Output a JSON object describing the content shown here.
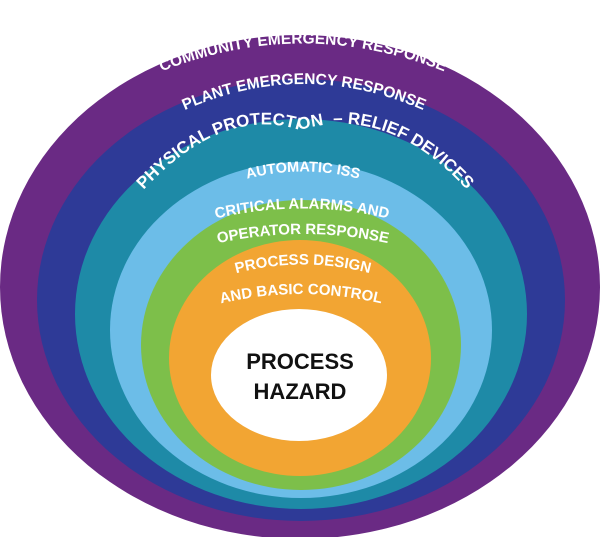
{
  "layers": [
    {
      "id": "community",
      "label": "COMMUNITY EMERGENCY RESPONSE",
      "color": "#6a2a84"
    },
    {
      "id": "plant",
      "label": "PLANT EMERGENCY RESPONSE",
      "color": "#2e3a97"
    },
    {
      "id": "physical",
      "label": "PHYSICAL PROTECTION  – RELIEF DEVICES",
      "color": "#1e8aa7"
    },
    {
      "id": "sis",
      "label": "AUTOMATIC ISS",
      "color": "#6cbde8"
    },
    {
      "id": "alarms",
      "lines": [
        "CRITICAL ALARMS AND",
        "OPERATOR RESPONSE"
      ],
      "color": "#7dbf4a"
    },
    {
      "id": "design",
      "lines": [
        "PROCESS DESIGN",
        "AND BASIC CONTROL"
      ],
      "color": "#f2a533"
    }
  ],
  "core": {
    "lines": [
      "PROCESS",
      "HAZARD"
    ],
    "color": "#ffffff"
  }
}
